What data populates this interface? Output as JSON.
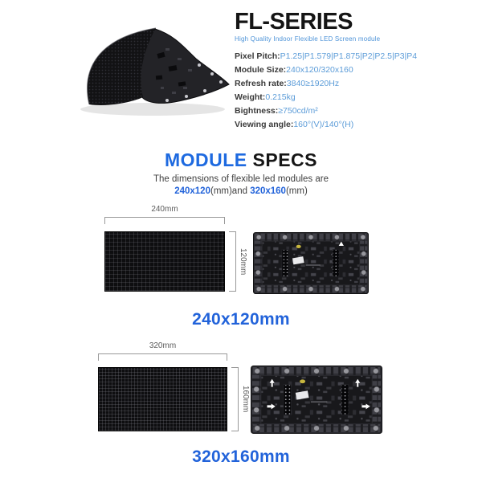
{
  "header": {
    "title": "FL-SERIES",
    "subtitle": "High Quality Indoor Flexible LED Screen module",
    "specs": [
      {
        "label": "Pixel Pitch:",
        "value": "P1.25|P1.579|P1.875|P2|P2.5|P3|P4"
      },
      {
        "label": "Module Size:",
        "value": "240x120/320x160"
      },
      {
        "label": "Refresh rate:",
        "value": "3840≥1920Hz"
      },
      {
        "label": "Weight:",
        "value": "0.215kg"
      },
      {
        "label": "Bightness:",
        "value": "≥750cd/m²"
      },
      {
        "label": "Viewing angle:",
        "value": "160°(V)/140°(H)"
      }
    ]
  },
  "section": {
    "heading_primary": "MODULE",
    "heading_secondary": "SPECS",
    "description_line1": "The dimensions of flexible led modules are",
    "description_line2": {
      "size1": "240x120",
      "unit1": "(mm)and ",
      "size2": "320x160",
      "unit2": "(mm)"
    }
  },
  "modules": [
    {
      "width_label": "240mm",
      "height_label": "120mm",
      "size_label": "240x120mm"
    },
    {
      "width_label": "320mm",
      "height_label": "160mm",
      "size_label": "320x160mm"
    }
  ],
  "colors": {
    "accent_blue": "#2263da",
    "value_blue": "#5c9cd8",
    "heading_blue": "#1e6ae0",
    "text_dark": "#1a1a1a",
    "panel_black": "#0e0e10"
  }
}
